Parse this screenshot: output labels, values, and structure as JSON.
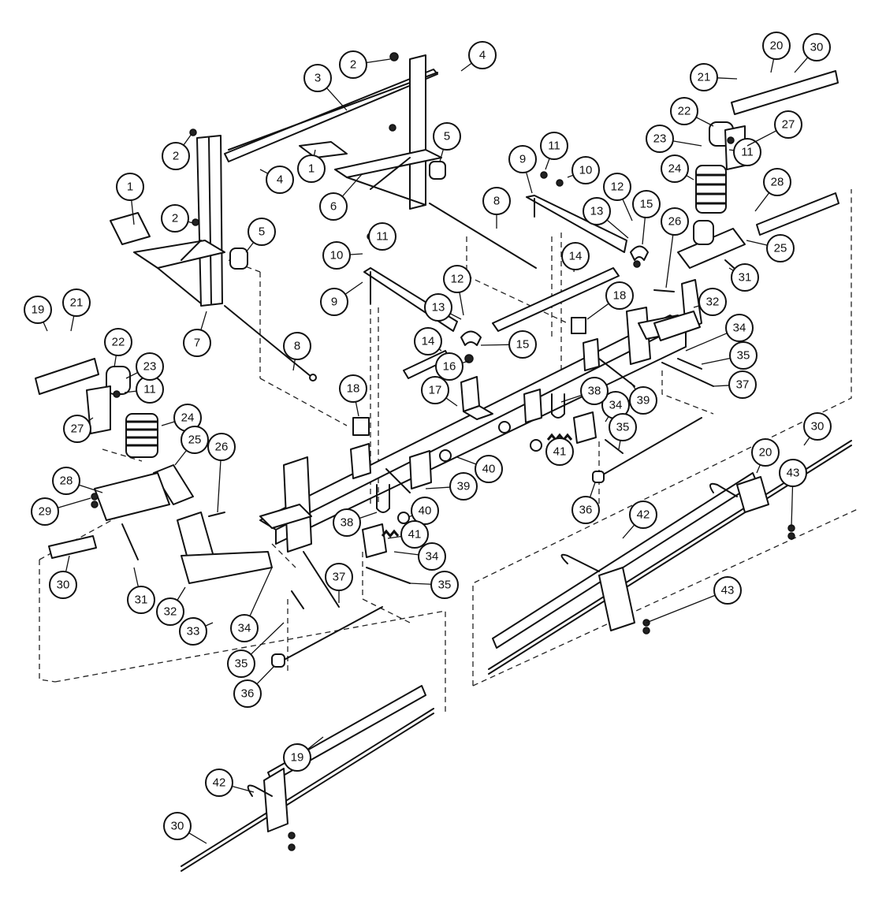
{
  "diagram": {
    "callouts": [
      {
        "label": "1"
      },
      {
        "label": "1"
      },
      {
        "label": "2"
      },
      {
        "label": "2"
      },
      {
        "label": "2"
      },
      {
        "label": "3"
      },
      {
        "label": "4"
      },
      {
        "label": "4"
      },
      {
        "label": "5"
      },
      {
        "label": "5"
      },
      {
        "label": "6"
      },
      {
        "label": "7"
      },
      {
        "label": "8"
      },
      {
        "label": "8"
      },
      {
        "label": "9"
      },
      {
        "label": "9"
      },
      {
        "label": "10"
      },
      {
        "label": "10"
      },
      {
        "label": "11"
      },
      {
        "label": "11"
      },
      {
        "label": "11"
      },
      {
        "label": "11"
      },
      {
        "label": "12"
      },
      {
        "label": "12"
      },
      {
        "label": "13"
      },
      {
        "label": "13"
      },
      {
        "label": "14"
      },
      {
        "label": "14"
      },
      {
        "label": "15"
      },
      {
        "label": "15"
      },
      {
        "label": "16"
      },
      {
        "label": "17"
      },
      {
        "label": "18"
      },
      {
        "label": "18"
      },
      {
        "label": "19"
      },
      {
        "label": "19"
      },
      {
        "label": "20"
      },
      {
        "label": "20"
      },
      {
        "label": "21"
      },
      {
        "label": "21"
      },
      {
        "label": "22"
      },
      {
        "label": "22"
      },
      {
        "label": "23"
      },
      {
        "label": "23"
      },
      {
        "label": "24"
      },
      {
        "label": "24"
      },
      {
        "label": "25"
      },
      {
        "label": "25"
      },
      {
        "label": "26"
      },
      {
        "label": "26"
      },
      {
        "label": "27"
      },
      {
        "label": "27"
      },
      {
        "label": "28"
      },
      {
        "label": "28"
      },
      {
        "label": "29"
      },
      {
        "label": "30"
      },
      {
        "label": "30"
      },
      {
        "label": "30"
      },
      {
        "label": "30"
      },
      {
        "label": "31"
      },
      {
        "label": "31"
      },
      {
        "label": "32"
      },
      {
        "label": "32"
      },
      {
        "label": "33"
      },
      {
        "label": "34"
      },
      {
        "label": "34"
      },
      {
        "label": "34"
      },
      {
        "label": "34"
      },
      {
        "label": "35"
      },
      {
        "label": "35"
      },
      {
        "label": "35"
      },
      {
        "label": "35"
      },
      {
        "label": "36"
      },
      {
        "label": "36"
      },
      {
        "label": "37"
      },
      {
        "label": "37"
      },
      {
        "label": "38"
      },
      {
        "label": "38"
      },
      {
        "label": "39"
      },
      {
        "label": "39"
      },
      {
        "label": "40"
      },
      {
        "label": "40"
      },
      {
        "label": "41"
      },
      {
        "label": "41"
      },
      {
        "label": "42"
      },
      {
        "label": "42"
      },
      {
        "label": "43"
      },
      {
        "label": "43"
      }
    ]
  }
}
